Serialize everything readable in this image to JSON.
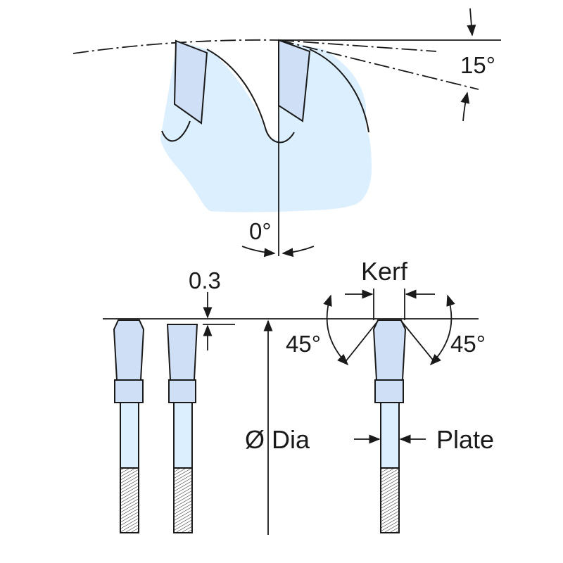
{
  "diagram": {
    "labels": {
      "hook_angle": "15°",
      "clearance_angle": "0°",
      "tooth_offset": "0.3",
      "kerf": "Kerf",
      "bevel_left": "45°",
      "bevel_right": "45°",
      "diameter": "Ø Dia",
      "plate": "Plate"
    },
    "colors": {
      "line": "#1a1a1a",
      "blade_fill": "#dcefff",
      "tooth_fill": "#cfdff5",
      "background": "#ffffff"
    }
  }
}
